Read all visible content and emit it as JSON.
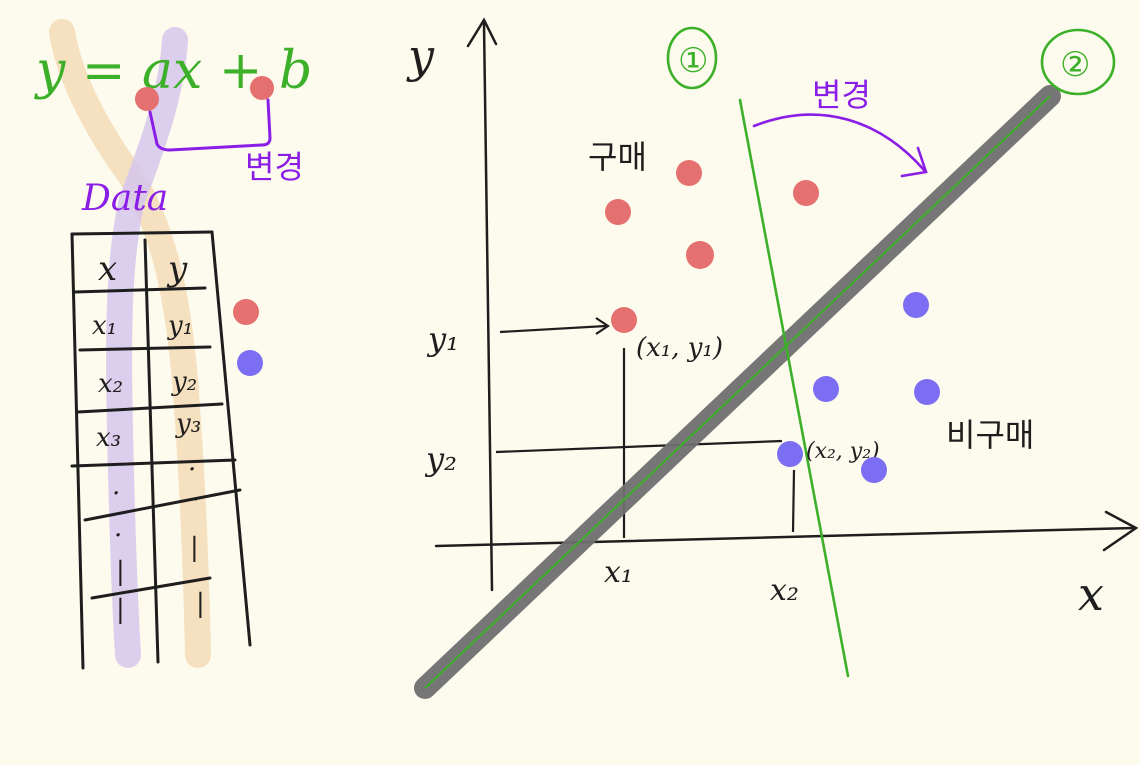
{
  "colors": {
    "background": "#fdfaee",
    "ink": "#1e1e1e",
    "green": "#3cb028",
    "purple": "#8a1ee6",
    "purple_band": "#d6c6ec",
    "orange_band": "#f3dcb6",
    "red_point": "#e47070",
    "blue_point": "#7b6ef2",
    "line_gray": "#6f6f6f"
  },
  "equation": {
    "text": "y = ax + b",
    "param_change_label": "변경"
  },
  "data_table": {
    "title": "Data",
    "headers": [
      "x",
      "y"
    ],
    "rows": [
      [
        "x₁",
        "y₁"
      ],
      [
        "x₂",
        "y₂"
      ],
      [
        "x₃",
        "y₃"
      ],
      [
        ".",
        "."
      ],
      [
        "·",
        "·"
      ],
      [
        "|",
        "|"
      ],
      [
        "|",
        "|"
      ],
      [
        "'",
        "|"
      ]
    ]
  },
  "plot": {
    "x_axis_label": "x",
    "y_axis_label": "y",
    "label_purchase": "구매",
    "label_no_purchase": "비구매",
    "line_1_label": "①",
    "line_2_label": "②",
    "change_label": "변경",
    "tick_x1": "x₁",
    "tick_x2": "x₂",
    "tick_y1": "y₁",
    "tick_y2": "y₂",
    "point_label_1": "(x₁, y₁)",
    "point_label_2": "(x₂, y₂)"
  }
}
